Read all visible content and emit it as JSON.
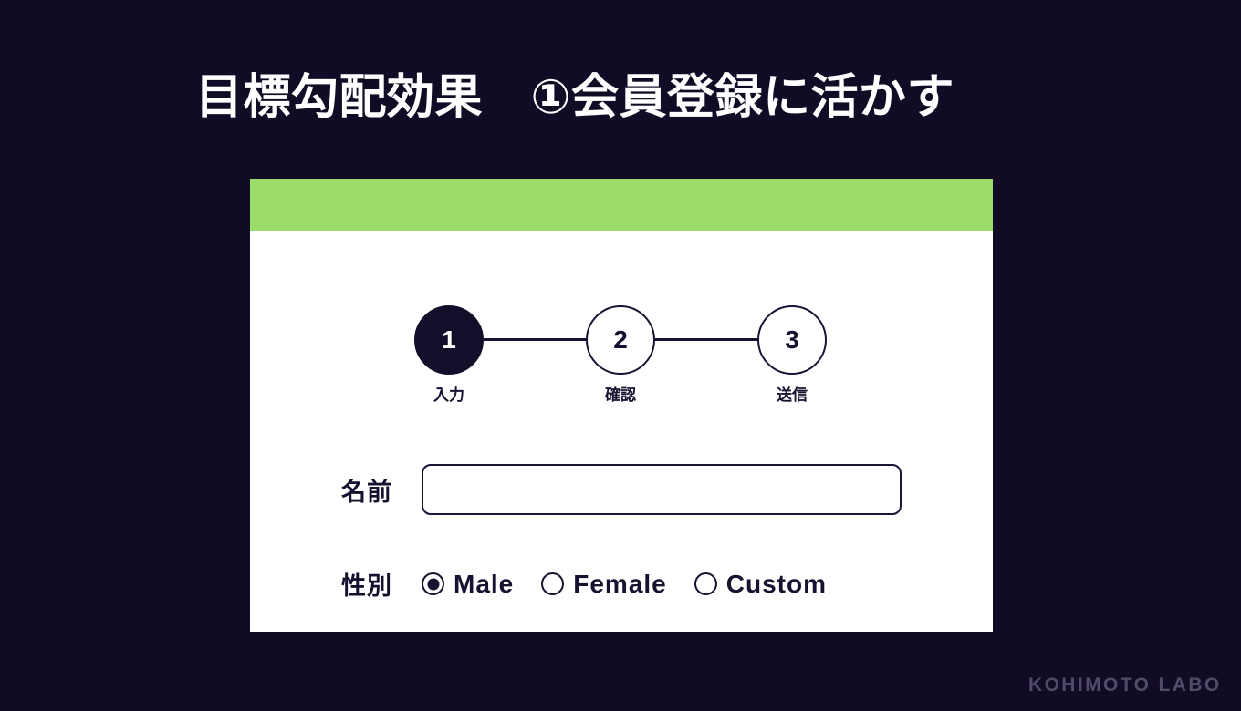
{
  "slide": {
    "title": "目標勾配効果　①会員登録に活かす",
    "background_color": "#120b26",
    "watermark": "KOHIMOTO LABO"
  },
  "card": {
    "header_color": "#9bdc68",
    "background_color": "#ffffff",
    "accent_color": "#150e2b"
  },
  "stepper": {
    "steps": [
      {
        "number": "1",
        "label": "入力",
        "active": true
      },
      {
        "number": "2",
        "label": "確認",
        "active": false
      },
      {
        "number": "3",
        "label": "送信",
        "active": false
      }
    ]
  },
  "form": {
    "name_field": {
      "label": "名前",
      "value": "",
      "placeholder": ""
    },
    "gender_field": {
      "label": "性別",
      "options": [
        {
          "label": "Male",
          "selected": true
        },
        {
          "label": "Female",
          "selected": false
        },
        {
          "label": "Custom",
          "selected": false
        }
      ]
    }
  }
}
